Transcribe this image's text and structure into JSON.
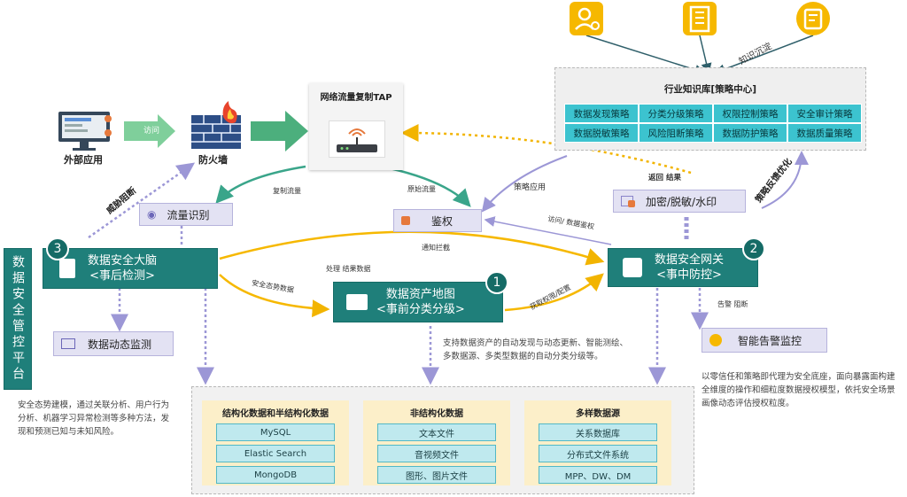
{
  "top_icons": [
    {
      "name": "user-gear-icon"
    },
    {
      "name": "building-icon"
    },
    {
      "name": "document-icon"
    }
  ],
  "labels": {
    "external_app": "外部应用",
    "visit": "访问",
    "firewall": "防火墙",
    "tap_title": "网络流量复制TAP",
    "copy_traffic": "复制流量",
    "raw_traffic": "原始流量",
    "threat_block": "威胁阻断",
    "auth": "鉴权",
    "traffic_id": "流量识别",
    "policy_apply": "策略应用",
    "return_result": "返回 结果",
    "encrypt": "加密/脱敏/水印",
    "strategy_feedback": "策略反馈优化",
    "access_auth": "访问/ 数据鉴权",
    "notify_block": "通知拦截",
    "process_result": "处理 结果数据",
    "security_posture": "安全态势数据",
    "get_permission": "获取权限/配置",
    "alert_block": "告警 阻断",
    "knowledge_deposit": "知识沉淀"
  },
  "knowledge_base": {
    "title": "行业知识库[策略中心]",
    "policies": [
      "数据发现策略",
      "分类分级策略",
      "权限控制策略",
      "安全审计策略",
      "数据脱敏策略",
      "风险阻断策略",
      "数据防护策略",
      "数据质量策略"
    ]
  },
  "brain": {
    "line1": "数据安全大脑",
    "line2": "<事后检测>",
    "badge": "3"
  },
  "asset_map": {
    "line1": "数据资产地图",
    "line2": "<事前分类分级>",
    "badge": "1"
  },
  "gateway": {
    "line1": "数据安全网关",
    "line2": "<事中防控>",
    "badge": "2"
  },
  "monitor": "数据动态监测",
  "alert_monitor": "智能告警监控",
  "platform": "数据安全管控平台",
  "desc_asset": "支持数据资产的自动发现与动态更新、智能测绘、多数据源、多类型数据的自动分类分级等。",
  "desc_brain": "安全态势建模，通过关联分析、用户行为分析、机器学习异常检测等多种方法，发现和预测已知与未知风险。",
  "desc_gateway": "以零信任和策略即代理为安全底座，面向暴露面构建全维度的操作和细粒度数据授权模型，依托安全场景画像动态评估授权粒度。",
  "datasources": [
    {
      "title": "结构化数据和半结构化数据",
      "items": [
        "MySQL",
        "Elastic Search",
        "MongoDB"
      ]
    },
    {
      "title": "非结构化数据",
      "items": [
        "文本文件",
        "音视频文件",
        "图形、图片文件"
      ]
    },
    {
      "title": "多样数据源",
      "items": [
        "关系数据库",
        "分布式文件系统",
        "MPP、DW、DM"
      ]
    }
  ],
  "colors": {
    "teal": "#1f7f7a",
    "cyan": "#3cc3cf",
    "lavender": "#e3e2f3",
    "orange": "#f5a500",
    "yellow": "#f6b800",
    "green": "#4caf7d"
  }
}
